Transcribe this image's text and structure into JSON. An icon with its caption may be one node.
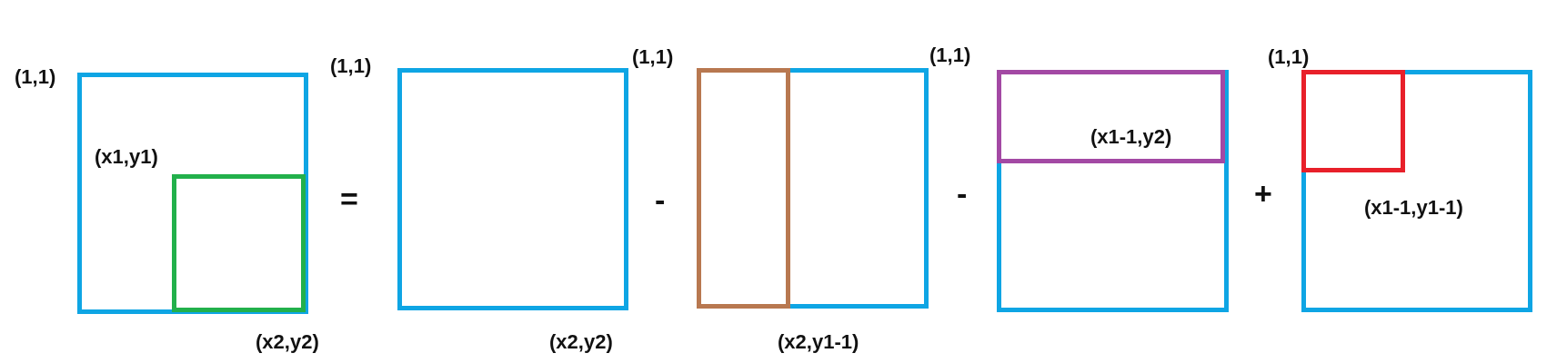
{
  "diagram": {
    "nodes": [
      {
        "text": [],
        "shape": "box"
      },
      {
        "text": [],
        "shape": "box",
        "in": 0
      },
      {
        "text": [],
        "shape": "box"
      },
      {
        "text": [],
        "shape": "box"
      },
      {
        "text": [],
        "shape": "box",
        "in": 3
      },
      {
        "text": [],
        "shape": "box"
      },
      {
        "text": [],
        "shape": "box",
        "in": 5
      },
      {
        "text": [],
        "shape": "box"
      },
      {
        "text": [],
        "shape": "box",
        "in": 7
      }
    ],
    "labels": [
      "(1,1)",
      "(1,1)",
      "(1,1)",
      "(1,1)",
      "(1,1)",
      "(x1,y1)",
      "(x1-1,y2)",
      "=",
      "-",
      "-",
      "+",
      "(x1-1,y1-1)",
      "(x2,y2)",
      "(x2,y2)",
      "(x2,y1-1)"
    ]
  }
}
